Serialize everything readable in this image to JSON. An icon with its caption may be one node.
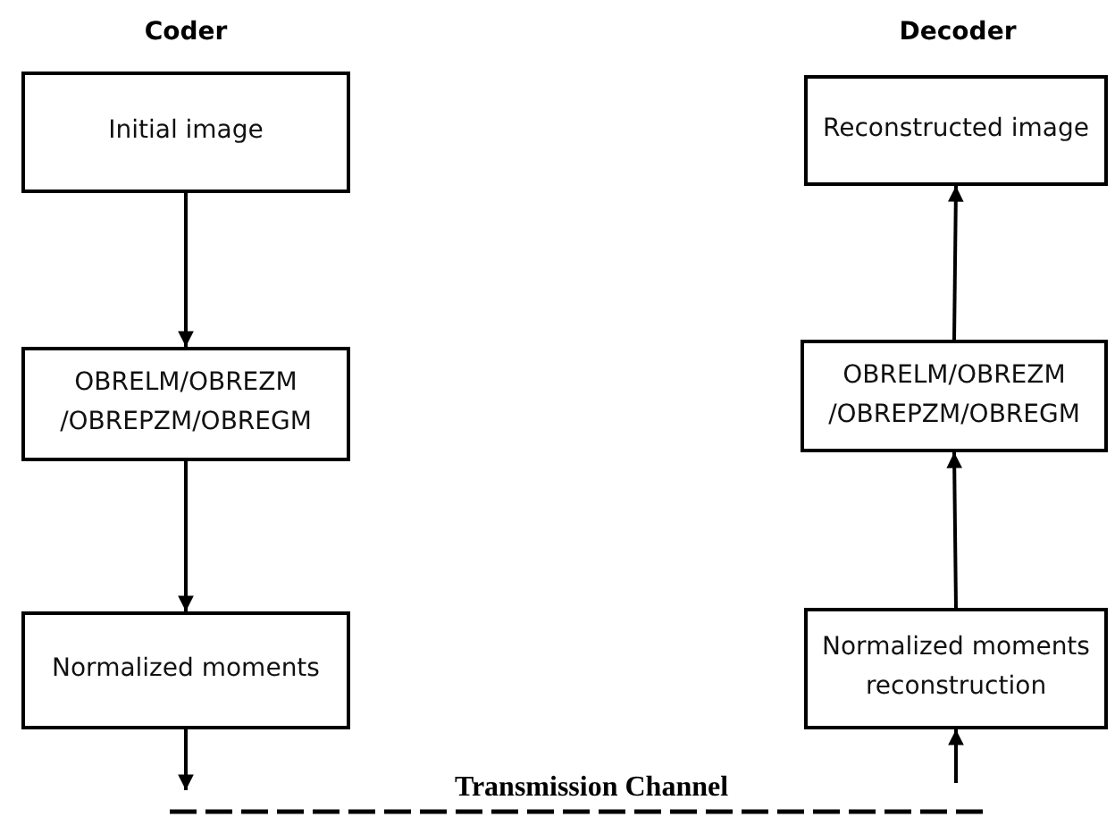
{
  "diagram": {
    "nodes": [
      {
        "text": [
          "Initial image"
        ]
      },
      {
        "text": [
          "OBRELM/OBREZM /OBREPZM/OBREGM"
        ]
      },
      {
        "text": [
          "Normalized moments"
        ]
      },
      {
        "text": [
          "Reconstructed image"
        ]
      },
      {
        "text": [
          "OBRELM/OBREZM /OBREPZM/OBREGM"
        ]
      },
      {
        "text": [
          "Normalized moments reconstruction"
        ]
      }
    ],
    "edges": [
      {
        "from": 0,
        "to": 1,
        "arrow": "to"
      },
      {
        "from": 1,
        "to": 2,
        "arrow": "to"
      },
      {
        "from": 2,
        "to": null,
        "arrow": "to"
      },
      {
        "from": null,
        "to": 5,
        "arrow": "to"
      },
      {
        "from": 5,
        "to": 4,
        "arrow": "to"
      },
      {
        "from": 4,
        "to": 3,
        "arrow": "to"
      }
    ],
    "labels": [
      "Coder",
      "Decoder",
      "Transmission Channel"
    ]
  }
}
